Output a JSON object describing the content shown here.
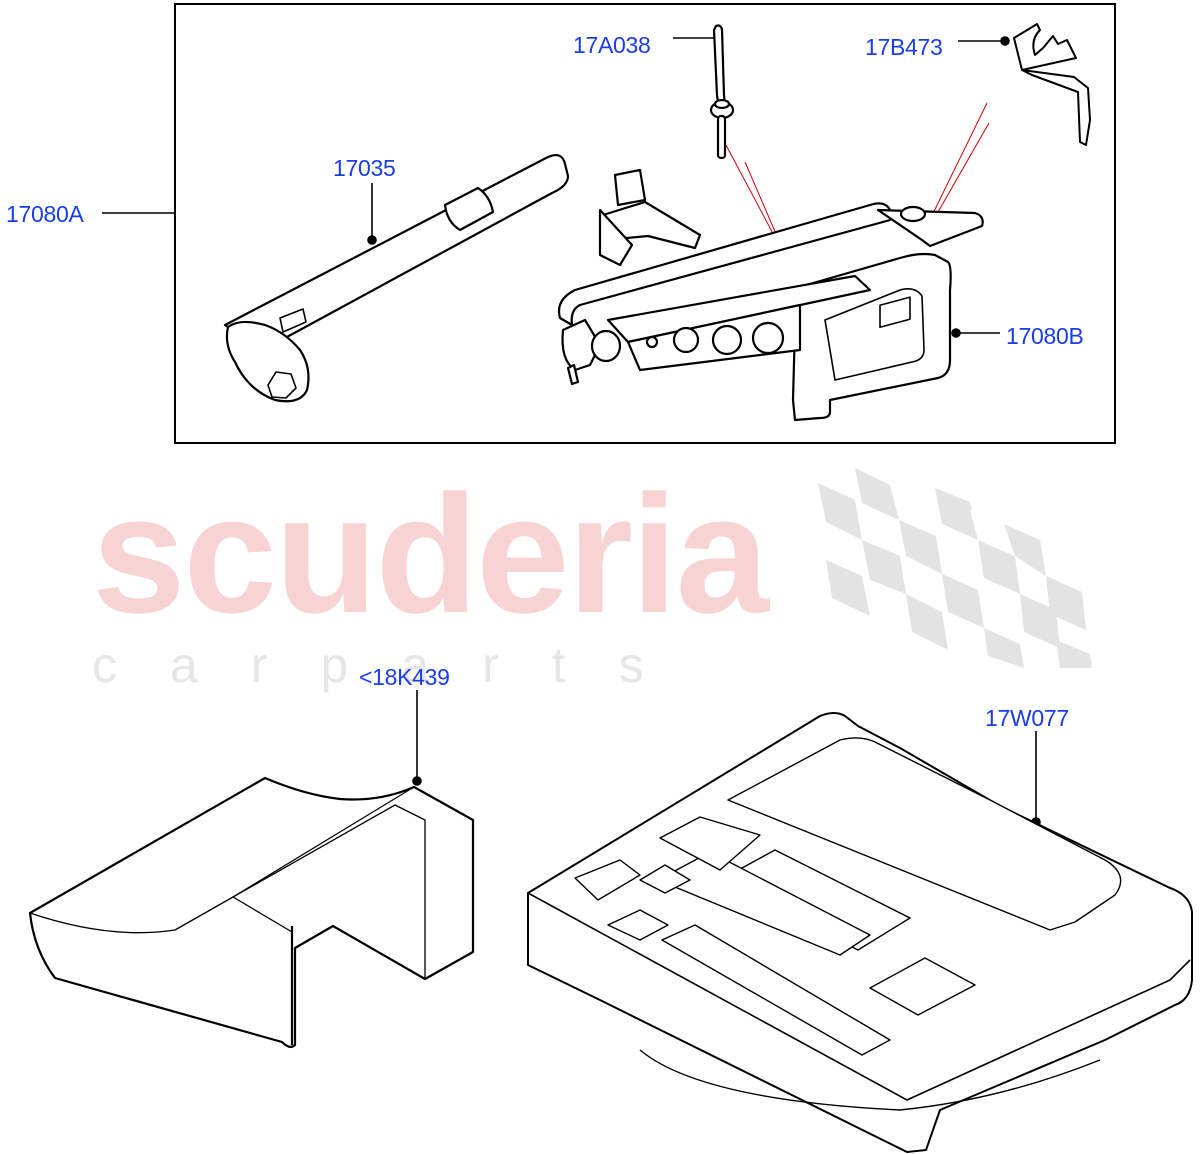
{
  "diagram": {
    "type": "exploded-parts-diagram",
    "group_frame": {
      "label": "17080A",
      "contains": [
        "17035",
        "17A038",
        "17B473",
        "17080B"
      ]
    },
    "callouts": [
      {
        "id": "17080A",
        "text": "17080A",
        "part": "jack-and-tools-kit"
      },
      {
        "id": "17035",
        "text": "17035",
        "part": "wheel-nut-wrench"
      },
      {
        "id": "17A038",
        "text": "17A038",
        "part": "jack-handle-pin"
      },
      {
        "id": "17B473",
        "text": "17B473",
        "part": "jack-retaining-bracket"
      },
      {
        "id": "17080B",
        "text": "17080B",
        "part": "scissor-jack"
      },
      {
        "id": "18K439",
        "text": "<18K439",
        "part": "foam-spacer-block"
      },
      {
        "id": "17W077",
        "text": "17W077",
        "part": "tool-storage-foam-tray"
      }
    ],
    "colors": {
      "callout_text": "#1a3cf0",
      "line_art": "#000000",
      "guide_lines": "#d40000",
      "watermark_text": "#f7d3d3",
      "watermark_sub": "#e6e6e6",
      "watermark_flag": "#e3e3e3"
    }
  },
  "watermark": {
    "brand": "scuderia",
    "tagline": "carparts"
  }
}
